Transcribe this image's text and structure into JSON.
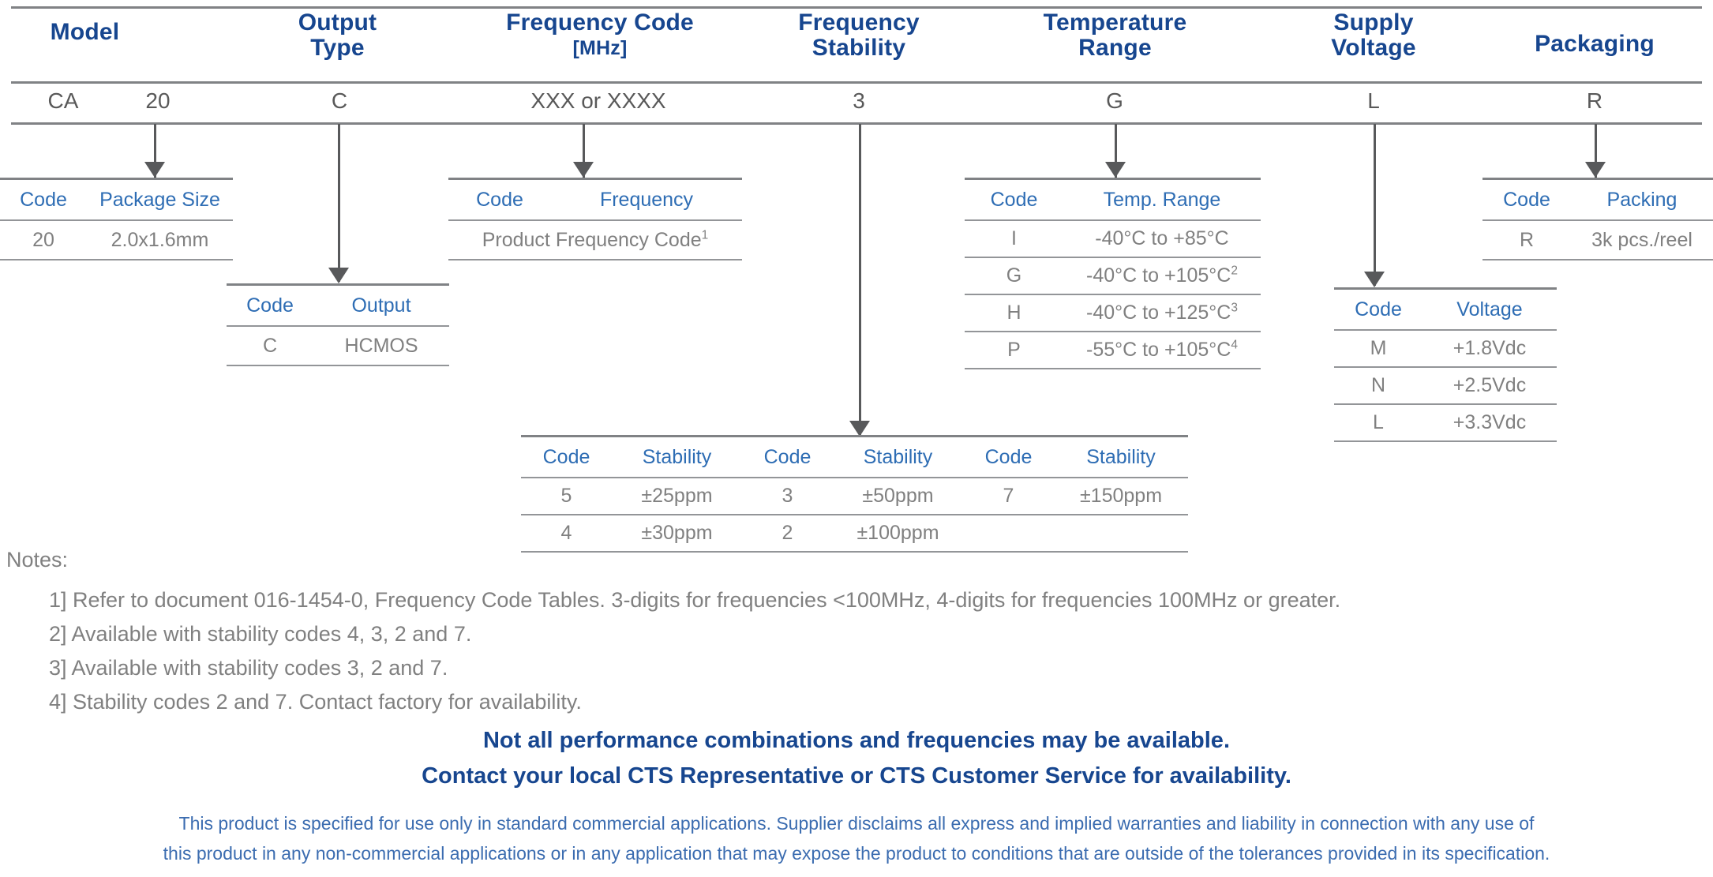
{
  "header": {
    "columns": [
      {
        "label_line1": "Model",
        "label_line2": "",
        "code": "CA",
        "code2": "20"
      },
      {
        "label_line1": "Output",
        "label_line2": "Type",
        "code": "C"
      },
      {
        "label_line1": "Frequency Code",
        "label_line2": "[MHz]",
        "code": "XXX or XXXX"
      },
      {
        "label_line1": "Frequency",
        "label_line2": "Stability",
        "code": "3"
      },
      {
        "label_line1": "Temperature",
        "label_line2": "Range",
        "code": "G"
      },
      {
        "label_line1": "Supply",
        "label_line2": "Voltage",
        "code": "L"
      },
      {
        "label_line1": "Packaging",
        "label_line2": "",
        "code": "R"
      }
    ]
  },
  "tables": {
    "package": {
      "headers": [
        "Code",
        "Package Size"
      ],
      "rows": [
        [
          "20",
          "2.0x1.6mm"
        ]
      ]
    },
    "output": {
      "headers": [
        "Code",
        "Output"
      ],
      "rows": [
        [
          "C",
          "HCMOS"
        ]
      ]
    },
    "frequency": {
      "headers": [
        "Code",
        "Frequency"
      ],
      "span_row": "Product Frequency Code",
      "span_row_note": "1"
    },
    "temperature": {
      "headers": [
        "Code",
        "Temp. Range"
      ],
      "rows": [
        {
          "code": "I",
          "range": "-40°C to +85°C",
          "note": ""
        },
        {
          "code": "G",
          "range": "-40°C to +105°C",
          "note": "2"
        },
        {
          "code": "H",
          "range": "-40°C to +125°C",
          "note": "3"
        },
        {
          "code": "P",
          "range": "-55°C to +105°C",
          "note": "4"
        }
      ]
    },
    "voltage": {
      "headers": [
        "Code",
        "Voltage"
      ],
      "rows": [
        [
          "M",
          "+1.8Vdc"
        ],
        [
          "N",
          "+2.5Vdc"
        ],
        [
          "L",
          "+3.3Vdc"
        ]
      ]
    },
    "packing": {
      "headers": [
        "Code",
        "Packing"
      ],
      "rows": [
        [
          "R",
          "3k pcs./reel"
        ]
      ]
    },
    "stability": {
      "headers": [
        "Code",
        "Stability",
        "Code",
        "Stability",
        "Code",
        "Stability"
      ],
      "rows": [
        [
          "5",
          "±25ppm",
          "3",
          "±50ppm",
          "7",
          "±150ppm"
        ],
        [
          "4",
          "±30ppm",
          "2",
          "±100ppm",
          "",
          ""
        ]
      ]
    }
  },
  "notes": {
    "title": "Notes:",
    "items": [
      "1]  Refer to document 016-1454-0, Frequency Code Tables.  3-digits for frequencies <100MHz, 4-digits for frequencies 100MHz or greater.",
      "2]  Available with stability codes 4, 3, 2 and 7.",
      "3]  Available with stability codes 3, 2 and 7.",
      "4]  Stability codes 2 and 7.  Contact factory for availability."
    ]
  },
  "emphasis": [
    "Not all performance combinations and frequencies may be available.",
    "Contact your local CTS Representative or CTS Customer Service for availability."
  ],
  "disclaimer": [
    "This product is specified for use only in standard commercial applications.  Supplier disclaims all express and implied warranties and liability in connection with any use of",
    "this product in any non-commercial applications or in any application that may expose the product to conditions that are outside of the tolerances provided in its specification."
  ],
  "colors": {
    "heading_blue": "#17468f",
    "table_header_blue": "#2e6db4",
    "body_gray": "#808080",
    "rule_gray": "#808285",
    "disclaimer_blue": "#3b6cb0"
  }
}
